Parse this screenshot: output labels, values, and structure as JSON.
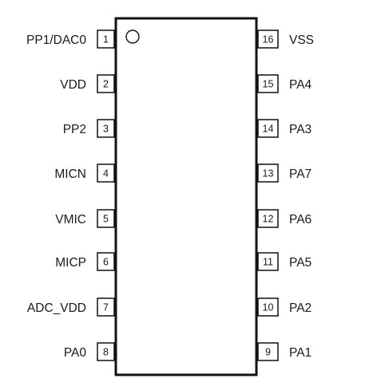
{
  "left_pins": [
    {
      "number": "1",
      "label": "PP1/DAC0"
    },
    {
      "number": "2",
      "label": "VDD"
    },
    {
      "number": "3",
      "label": "PP2"
    },
    {
      "number": "4",
      "label": "MICN"
    },
    {
      "number": "5",
      "label": "VMIC"
    },
    {
      "number": "6",
      "label": "MICP"
    },
    {
      "number": "7",
      "label": "ADC_VDD"
    },
    {
      "number": "8",
      "label": "PA0"
    }
  ],
  "right_pins": [
    {
      "number": "16",
      "label": "VSS"
    },
    {
      "number": "15",
      "label": "PA4"
    },
    {
      "number": "14",
      "label": "PA3"
    },
    {
      "number": "13",
      "label": "PA7"
    },
    {
      "number": "12",
      "label": "PA6"
    },
    {
      "number": "11",
      "label": "PA5"
    },
    {
      "number": "10",
      "label": "PA2"
    },
    {
      "number": "9",
      "label": "PA1"
    }
  ]
}
